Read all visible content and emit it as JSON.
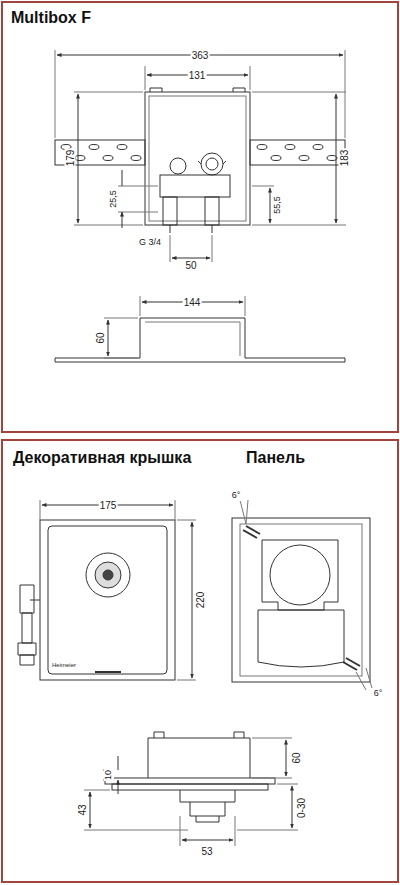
{
  "diagram": {
    "nodes": [
      {
        "text": [
          "Multibox F"
        ]
      },
      {
        "text": [
          "Декоративная крышка",
          "Панель"
        ]
      }
    ],
    "labels": [
      "363",
      "131",
      "179",
      "25,5",
      "183",
      "55,5",
      "G 3/4",
      "50",
      "144",
      "60",
      "175",
      "220",
      "6°",
      "6°",
      "Heimeier",
      "60",
      "10",
      "43",
      "0-30",
      "53"
    ]
  }
}
